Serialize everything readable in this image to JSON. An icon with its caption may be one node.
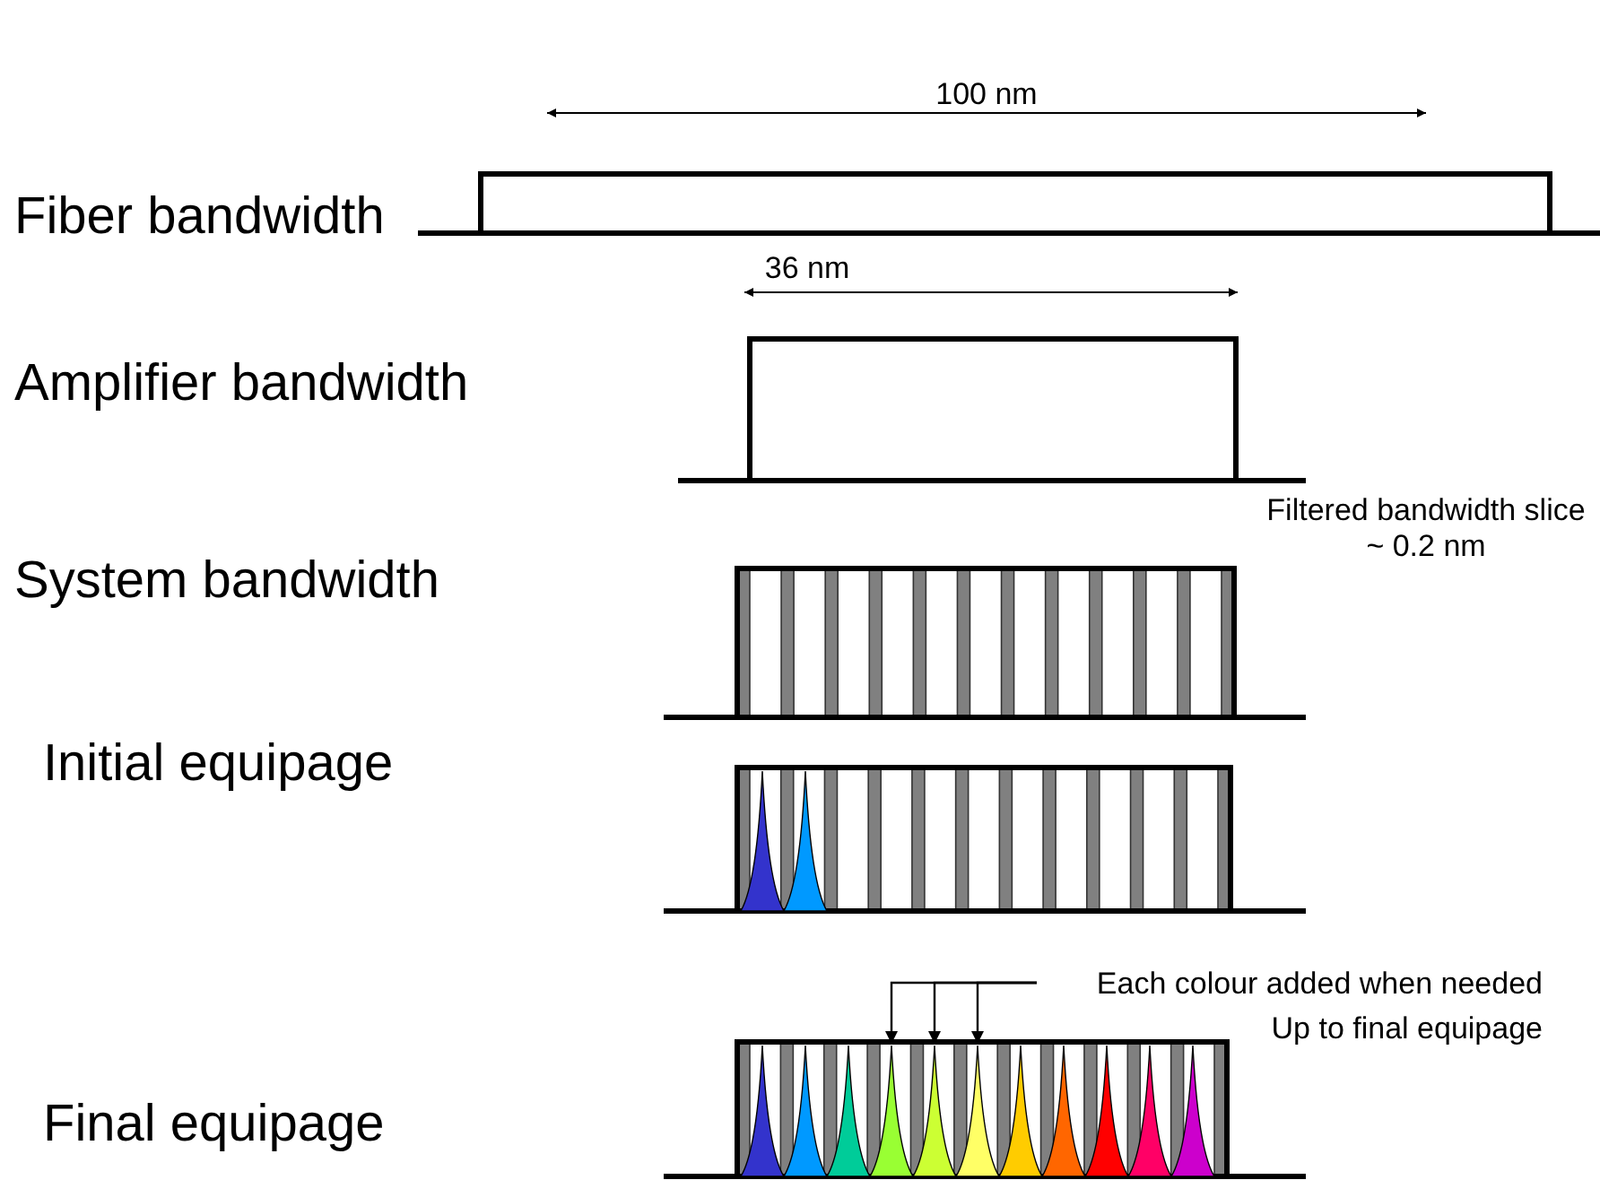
{
  "diagram": {
    "nodes": [
      {
        "text": [
          "Each colour added when needed Up to final equipage"
        ]
      },
      {
        "text": [],
        "shape": "peak"
      },
      {
        "text": [],
        "shape": "peak"
      },
      {
        "text": [],
        "shape": "peak"
      }
    ],
    "edges": [
      {
        "from": 0,
        "to": 1,
        "arrow": "to"
      },
      {
        "from": 0,
        "to": 2,
        "arrow": "to"
      },
      {
        "from": 0,
        "to": 3,
        "arrow": "to"
      }
    ],
    "labels": [
      "100 nm",
      "Fiber bandwidth",
      "36 nm",
      "Amplifier bandwidth",
      "Filtered bandwidth slice ~ 0.2 nm",
      "System bandwidth",
      "Initial equipage",
      "Final equipage"
    ]
  }
}
